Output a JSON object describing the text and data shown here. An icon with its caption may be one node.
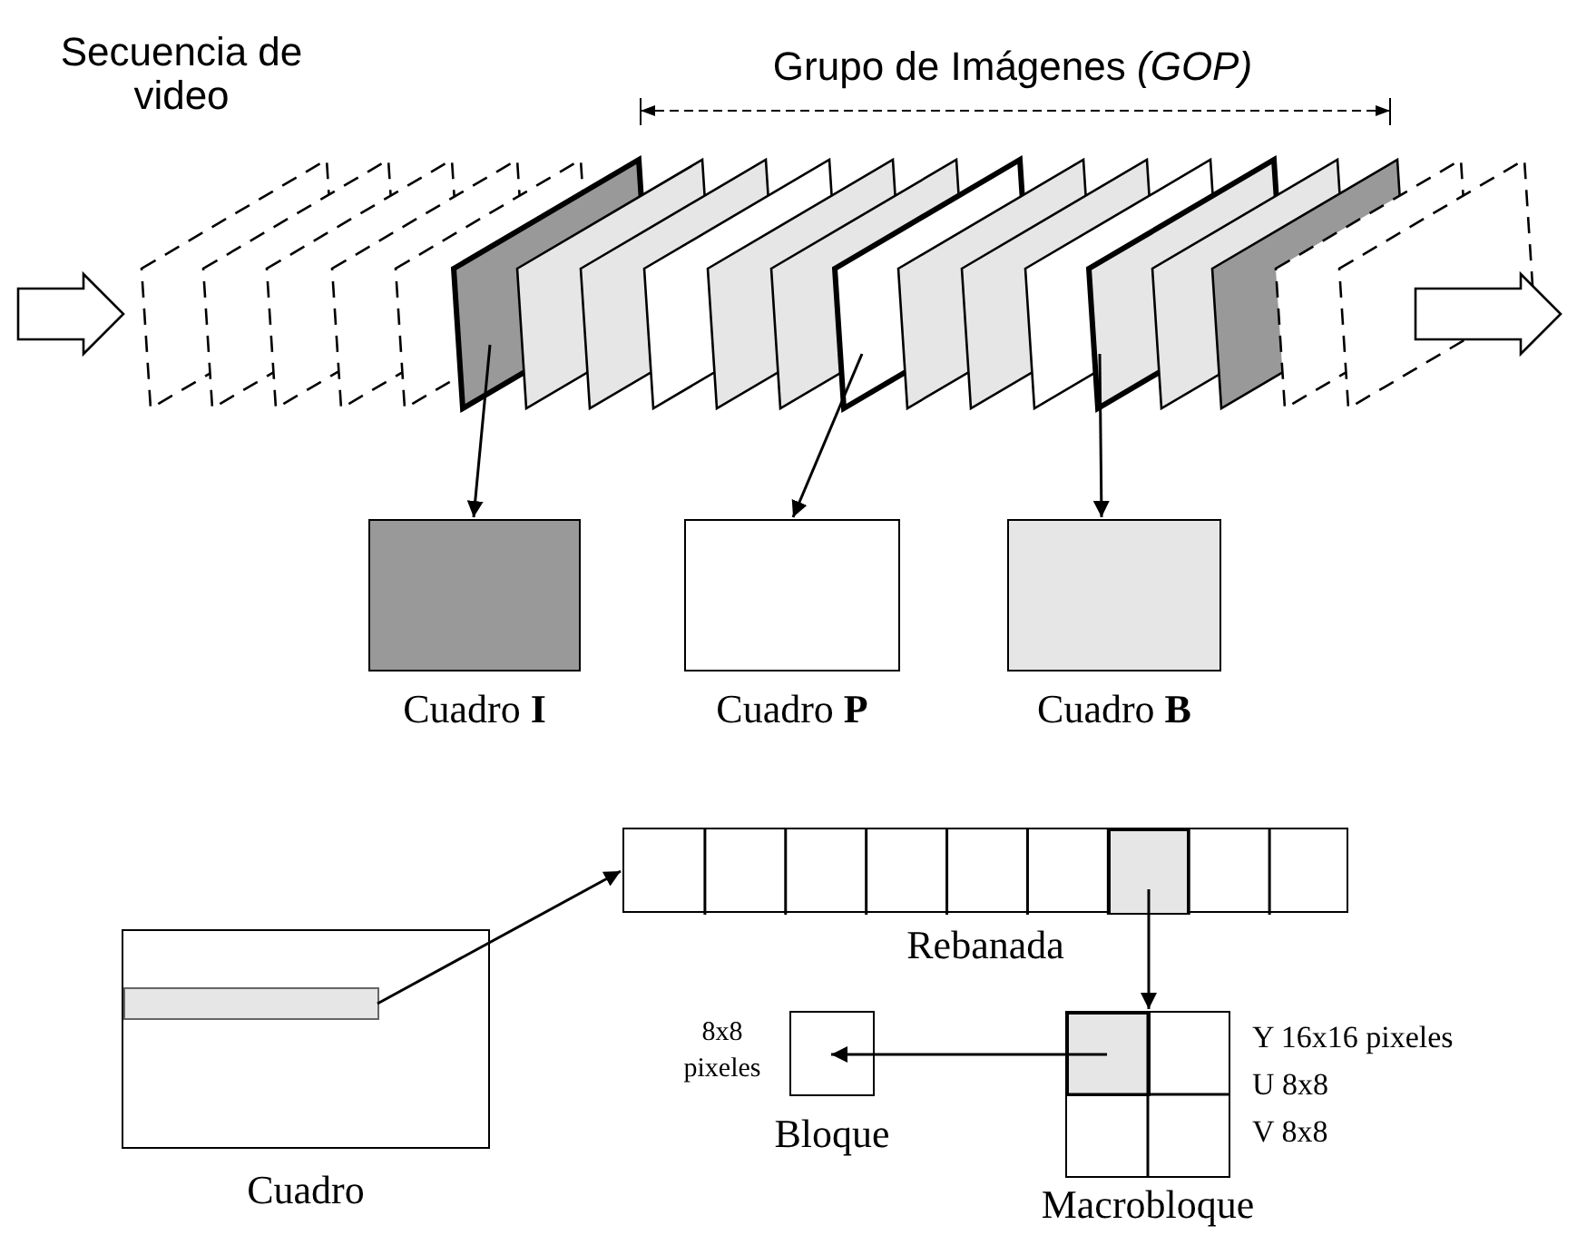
{
  "diagram": {
    "nodes": [
      {
        "text": [],
        "shape": "parallelogram"
      },
      {
        "text": [],
        "shape": "parallelogram"
      },
      {
        "text": [],
        "shape": "parallelogram"
      },
      {
        "text": [
          "Cuadro **I**"
        ]
      },
      {
        "text": [
          "Cuadro **P**"
        ]
      },
      {
        "text": [
          "Cuadro **B**"
        ]
      },
      {
        "text": [
          "Cuadro"
        ]
      },
      {
        "text": [],
        "shape": "bar",
        "in": 6
      },
      {
        "text": [
          "Rebanada"
        ]
      },
      {
        "text": [],
        "shape": "box",
        "in": 8
      },
      {
        "text": [
          "Macrobloque"
        ],
        "beside": [
          "Y 16x16 pixeles",
          "U 8x8",
          "V 8x8"
        ]
      },
      {
        "text": [],
        "shape": "box",
        "in": 10
      },
      {
        "text": [
          "Bloque"
        ],
        "beside": [
          "8x8 pixeles"
        ]
      }
    ],
    "edges": [
      {
        "from": 0,
        "to": 3,
        "arrow": "to"
      },
      {
        "from": 1,
        "to": 4,
        "arrow": "to"
      },
      {
        "from": 2,
        "to": 5,
        "arrow": "to"
      },
      {
        "from": 7,
        "to": 8,
        "arrow": "to"
      },
      {
        "from": 9,
        "to": 10,
        "arrow": "to"
      },
      {
        "from": 11,
        "to": 12,
        "arrow": "to"
      }
    ],
    "labels": [
      "Secuencia de video",
      "Grupo de Imágenes *(GOP)*"
    ]
  }
}
